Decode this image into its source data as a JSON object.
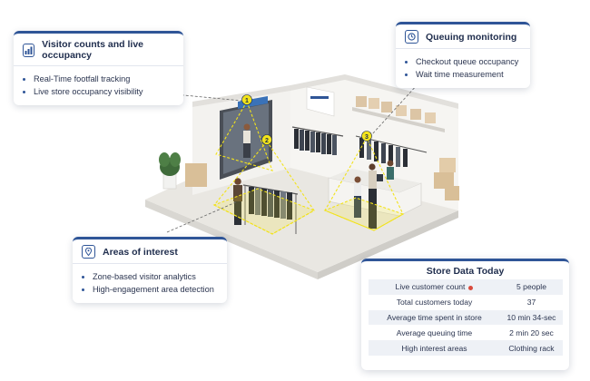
{
  "callouts": {
    "visitor": {
      "title": "Visitor counts and live occupancy",
      "icon": "bar-chart-icon",
      "items": [
        "Real-Time footfall tracking",
        "Live store occupancy visibility"
      ]
    },
    "queue": {
      "title": "Queuing monitoring",
      "icon": "clock-icon",
      "items": [
        "Checkout queue occupancy",
        "Wait time measurement"
      ]
    },
    "areas": {
      "title": "Areas of interest",
      "icon": "location-pin-icon",
      "items": [
        "Zone-based visitor analytics",
        "High-engagement area detection"
      ]
    }
  },
  "markers": [
    "1",
    "2",
    "3"
  ],
  "store_data": {
    "title": "Store Data Today",
    "rows": [
      {
        "label": "Live customer count",
        "value": "5 people",
        "live": true
      },
      {
        "label": "Total customers today",
        "value": "37"
      },
      {
        "label": "Average time spent in store",
        "value": "10 min 34-sec"
      },
      {
        "label": "Average queuing time",
        "value": "2 min 20 sec"
      },
      {
        "label": "High interest areas",
        "value": "Clothing rack"
      }
    ]
  },
  "colors": {
    "accent": "#2f5597",
    "zone": "#f2e31b",
    "live_dot": "#d94a3d"
  }
}
